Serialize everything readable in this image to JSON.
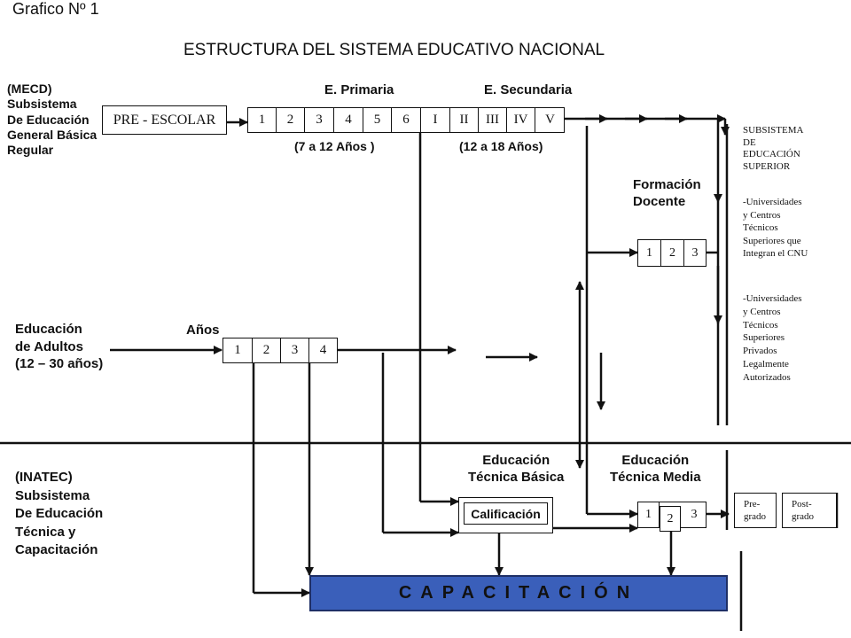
{
  "figure_label": "Grafico Nº 1",
  "title": "ESTRUCTURA DEL SISTEMA EDUCATIVO NACIONAL",
  "mecd": {
    "label": "(MECD)\nSubsistema\nDe Educación\nGeneral Básica\nRegular",
    "preescolar": "PRE - ESCOLAR",
    "primaria_heading": "E. Primaria",
    "secundaria_heading": "E. Secundaria",
    "primaria_grades": [
      "1",
      "2",
      "3",
      "4",
      "5",
      "6"
    ],
    "secundaria_grades": [
      "I",
      "II",
      "III",
      "IV",
      "V"
    ],
    "primaria_ages": "(7 a 12 Años )",
    "secundaria_ages": "(12 a 18 Años)"
  },
  "formacion_docente": {
    "label": "Formación\nDocente",
    "years": [
      "1",
      "2",
      "3"
    ]
  },
  "superior": {
    "heading": "SUBSISTEMA\nDE\nEDUCACIÓN\nSUPERIOR",
    "publicas": "-Universidades\ny Centros\nTécnicos\nSuperiores que\nIntegran el CNU",
    "privadas": "-Universidades\ny Centros\nTécnicos\nSuperiores\nPrivados\nLegalmente\nAutorizados"
  },
  "adultos": {
    "label": "Educación\nde Adultos\n(12 – 30 años)",
    "anos_label": "Años",
    "years": [
      "1",
      "2",
      "3",
      "4"
    ]
  },
  "inatec": {
    "label": "(INATEC)\nSubsistema\nDe Educación\nTécnica y\nCapacitación",
    "tecnica_basica": "Educación\nTécnica Básica",
    "tecnica_media": "Educación\nTécnica Media",
    "calificacion": "Calificación",
    "media_years": [
      "1",
      "2",
      "3"
    ],
    "pregrado": "Pre-\ngrado",
    "postgrado": "Post-\ngrado",
    "capacitacion": "CAPACITACIÓN"
  }
}
